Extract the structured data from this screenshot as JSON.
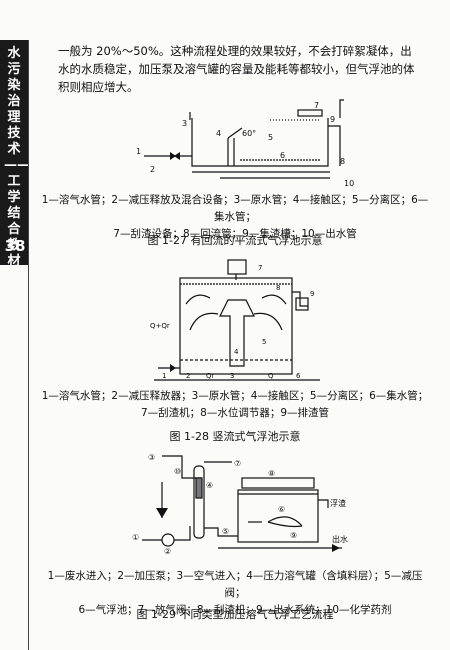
{
  "side": {
    "title": "水污染治理技术——工学结合教材",
    "page_number": "38"
  },
  "intro": "一般为 20%～50%。这种流程处理的效果较好，不会打碎絮凝体，出水的水质稳定，加压泵及溶气罐的容量及能耗等都较小，但气浮池的体积则相应增大。",
  "figures": [
    {
      "legend_line1": "1—溶气水管；2—减压释放及混合设备；3—原水管；4—接触区；5—分离区；6—集水管；",
      "legend_line2": "7—刮渣设备；8—回流管；9—集渣槽；10—出水管",
      "caption": "图 1-27   有回流的平流式气浮池示意",
      "labels": [
        "1",
        "2",
        "3",
        "4",
        "5",
        "6",
        "7",
        "9",
        "10",
        "8",
        "60°"
      ]
    },
    {
      "legend_line1": "1—溶气水管；2—减压释放器；3—原水管；4—接触区；5—分离区；6—集水管；",
      "legend_line2": "7—刮渣机；8—水位调节器；9—排渣管",
      "caption": "图 1-28   竖流式气浮池示意",
      "labels": [
        "Q+Qr",
        "1",
        "2",
        "3",
        "4",
        "5",
        "6",
        "7",
        "8",
        "9",
        "Qr",
        "Q"
      ]
    },
    {
      "legend_line1": "1—废水进入；2—加压泵；3—空气进入；4—压力溶气罐（含填料层）；5—减压阀；",
      "legend_line2": "6—气浮池；7—放气阀；8—刮渣机；9—出水系统；10—化学药剂",
      "caption": "图 1-29   不同类型加压溶气气浮工艺流程",
      "labels": [
        "③",
        "⑩",
        "①",
        "②",
        "④",
        "⑦",
        "⑤",
        "⑧",
        "⑥",
        "⑨",
        "浮渣",
        "出水"
      ]
    }
  ]
}
